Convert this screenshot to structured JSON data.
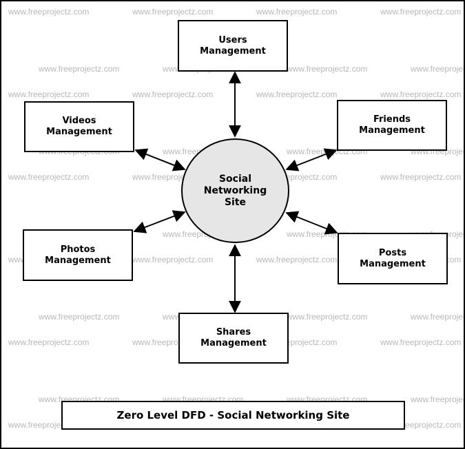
{
  "watermark": "www.freeprojectz.com",
  "process": {
    "line1": "Social",
    "line2": "Networking",
    "line3": "Site"
  },
  "entities": {
    "users": {
      "line1": "Users",
      "line2": "Management"
    },
    "videos": {
      "line1": "Videos",
      "line2": "Management"
    },
    "friends": {
      "line1": "Friends",
      "line2": "Management"
    },
    "photos": {
      "line1": "Photos",
      "line2": "Management"
    },
    "posts": {
      "line1": "Posts",
      "line2": "Management"
    },
    "shares": {
      "line1": "Shares",
      "line2": "Management"
    }
  },
  "title": "Zero Level DFD - Social Networking Site",
  "colors": {
    "process_fill": "#e6e6e6",
    "watermark": "#b8b8b8"
  }
}
